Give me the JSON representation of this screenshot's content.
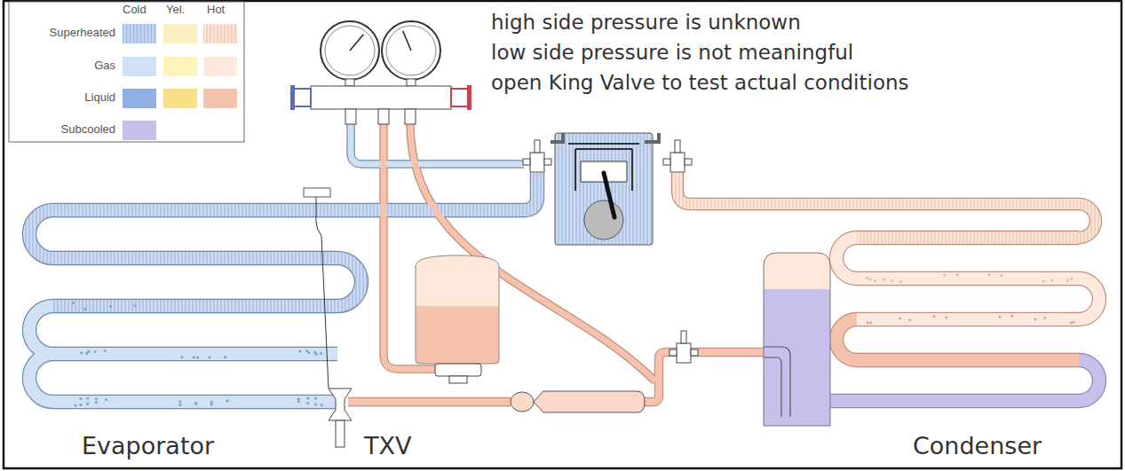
{
  "diagram": {
    "labels": [
      "Cold",
      "Yel.",
      "Hot",
      "high side pressure is unknown",
      "low side pressure is not meaningful",
      "open King Valve to test actual conditions",
      "Evaporator",
      "TXV",
      "Condenser"
    ],
    "legend": [
      {
        "text": "Superheated",
        "color": "#c3d4ee"
      },
      {
        "text": "Gas",
        "color": "#cfe1f3"
      },
      {
        "text": "Liquid",
        "color": "#8fb1e2"
      },
      {
        "text": "Subcooled",
        "color": "#c8c0ea"
      }
    ]
  }
}
